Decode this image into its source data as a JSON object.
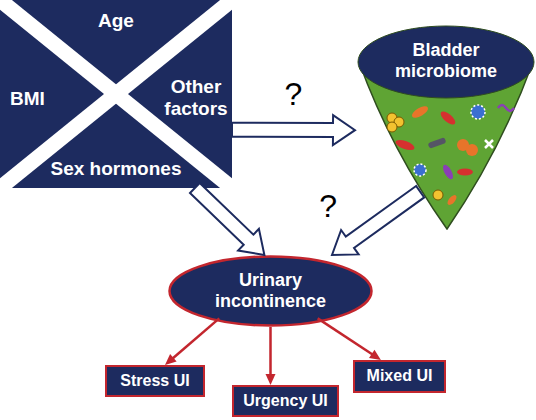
{
  "diagram": {
    "nodes": [
      {
        "text": [
          "Age",
          "BMI",
          "Other factors",
          "Sex hormones"
        ]
      },
      {
        "text": [
          "Bladder microbiome"
        ]
      },
      {
        "text": [
          "Urinary incontinence"
        ]
      },
      {
        "text": [
          "Stress UI"
        ]
      },
      {
        "text": [
          "Urgency UI"
        ]
      },
      {
        "text": [
          "Mixed UI"
        ]
      }
    ],
    "edges": [
      {
        "from": 0,
        "to": 1,
        "arrow": "to",
        "label": "?"
      },
      {
        "from": 0,
        "to": 2,
        "arrow": "to"
      },
      {
        "from": 1,
        "to": 2,
        "arrow": "to",
        "label": "?"
      },
      {
        "from": 2,
        "to": 3,
        "arrow": "to"
      },
      {
        "from": 2,
        "to": 4,
        "arrow": "to"
      },
      {
        "from": 2,
        "to": 5,
        "arrow": "to"
      }
    ]
  }
}
